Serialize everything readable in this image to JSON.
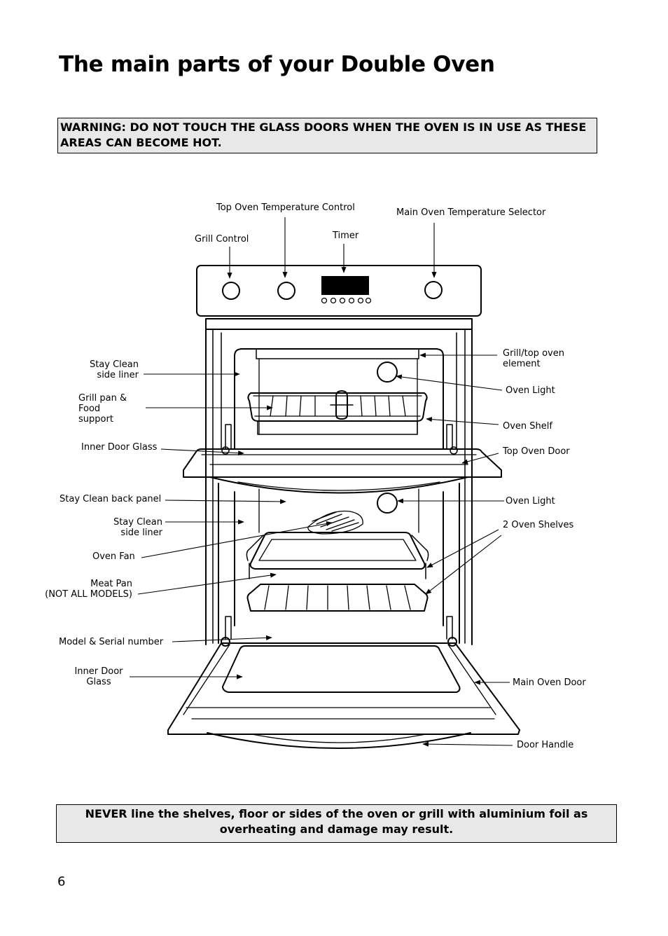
{
  "page": {
    "title": "The main parts of your Double Oven",
    "warning": "WARNING: DO NOT TOUCH THE GLASS DOORS WHEN THE OVEN IS IN USE AS THESE AREAS CAN BECOME HOT.",
    "note": "NEVER line the shelves, floor or sides of the oven or grill with aluminium foil as overheating and damage may result.",
    "page_number": "6"
  },
  "labels": {
    "top_oven_temp": "Top Oven Temperature Control",
    "main_oven_temp": "Main Oven Temperature Selector",
    "grill_control": "Grill Control",
    "timer": "Timer",
    "stay_clean_side_liner_1": "Stay Clean\nside liner",
    "grill_pan": "Grill pan &\nFood\nsupport",
    "inner_door_glass_1": "Inner Door Glass",
    "stay_clean_back_panel": "Stay Clean back panel",
    "stay_clean_side_liner_2": "Stay Clean\nside liner",
    "oven_fan": "Oven Fan",
    "meat_pan": "Meat Pan\n(NOT ALL MODELS)",
    "model_serial": "Model & Serial number",
    "inner_door_glass_2": "Inner Door\nGlass",
    "grill_top_element": "Grill/top oven\nelement",
    "oven_light_1": "Oven Light",
    "oven_shelf": "Oven Shelf",
    "top_oven_door": "Top Oven Door",
    "oven_light_2": "Oven Light",
    "two_oven_shelves": "2 Oven Shelves",
    "main_oven_door": "Main Oven Door",
    "door_handle": "Door Handle"
  }
}
